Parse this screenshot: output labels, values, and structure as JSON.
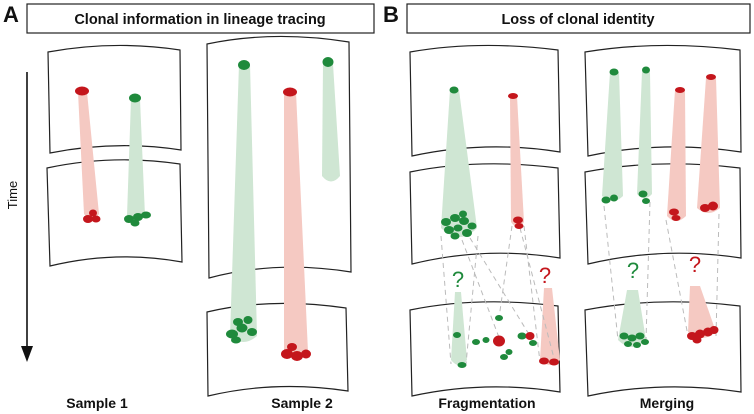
{
  "panels": {
    "a": {
      "letter": "A",
      "title": "Clonal information in lineage tracing",
      "axis_label": "Time",
      "sample1_label": "Sample 1",
      "sample2_label": "Sample 2"
    },
    "b": {
      "letter": "B",
      "title": "Loss of clonal identity",
      "fragmentation_label": "Fragmentation",
      "merging_label": "Merging",
      "question_mark": "?"
    }
  },
  "colors": {
    "green": "#1f8a3c",
    "red": "#c4161c",
    "green_cone": "#cfe6d3",
    "red_cone": "#f5c9c2",
    "outline": "#222222",
    "dash": "#bbbbbb"
  }
}
